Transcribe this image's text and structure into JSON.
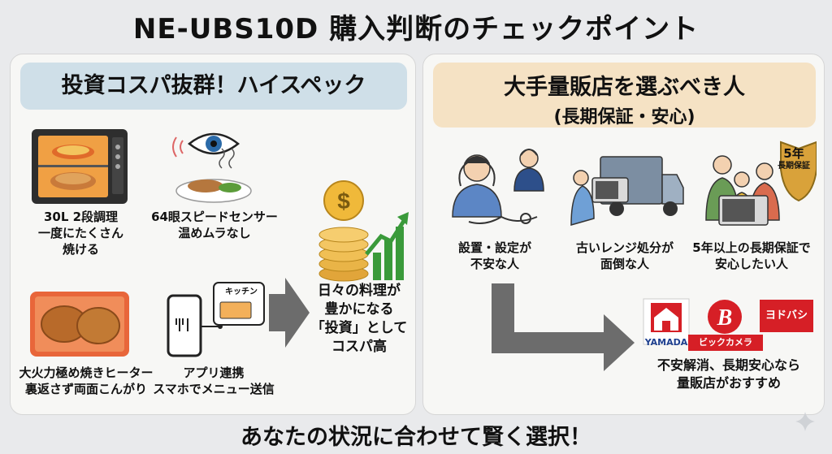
{
  "title": "NE-UBS10D 購入判断のチェックポイント",
  "left": {
    "heading": "投資コスパ抜群！ハイスペック",
    "features": [
      {
        "lines": [
          "30L 2段調理",
          "一度にたくさん",
          "焼ける"
        ]
      },
      {
        "lines": [
          "64眼スピードセンサー",
          "温めムラなし"
        ]
      },
      {
        "lines": [
          "大火力極め焼きヒーター",
          "裏返さず両面こんがり"
        ]
      },
      {
        "lines": [
          "アプリ連携",
          "スマホでメニュー送信"
        ]
      }
    ],
    "app_screen_label": "キッチン",
    "result": {
      "lines": [
        "日々の料理が",
        "豊かになる",
        "「投資」として",
        "コスパ高"
      ]
    }
  },
  "right": {
    "heading": "大手量販店を選ぶべき人",
    "subheading": "(長期保証・安心)",
    "cases": [
      {
        "lines": [
          "設置・設定が",
          "不安な人"
        ]
      },
      {
        "lines": [
          "古いレンジ処分が",
          "面倒な人"
        ]
      },
      {
        "lines": [
          "5年以上の長期保証で",
          "安心したい人"
        ]
      }
    ],
    "shield": {
      "line1": "5年",
      "line2": "長期保証"
    },
    "stores": [
      {
        "caption": "YAMADA",
        "color": "#1d3f8f"
      },
      {
        "caption": "ビックカメラ",
        "color": "#d61f26"
      },
      {
        "caption": "ヨドバシ",
        "color": "#d61f26"
      }
    ],
    "conclusion": {
      "lines": [
        "不安解消、長期安心なら",
        "量販店がおすすめ"
      ]
    }
  },
  "footer": "あなたの状況に合わせて賢く選択！",
  "colors": {
    "left_header": "#cfdfe8",
    "right_header": "#f5e2c4",
    "arrow_gray": "#6c6c6c",
    "gold": "#d9a23a",
    "green": "#3a9a3a"
  }
}
